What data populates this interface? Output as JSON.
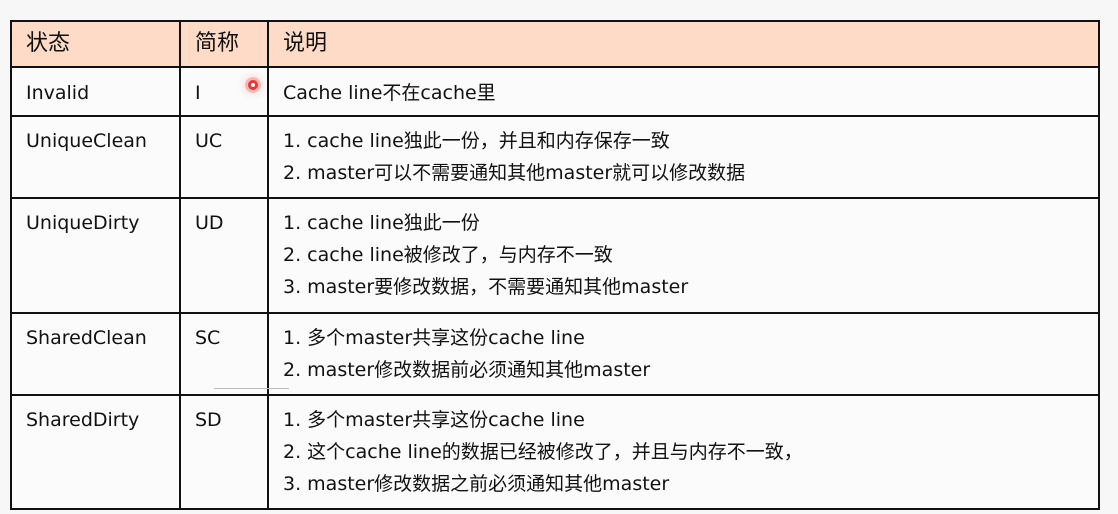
{
  "table": {
    "header_bg": "#fddbc7",
    "headers": {
      "state": "状态",
      "abbr": "简称",
      "desc": "说明"
    },
    "rows": [
      {
        "state": "Invalid",
        "abbr": "I",
        "desc": [
          "Cache line不在cache里"
        ]
      },
      {
        "state": "UniqueClean",
        "abbr": "UC",
        "desc": [
          "1. cache line独此一份，并且和内存保存一致",
          "2. master可以不需要通知其他master就可以修改数据"
        ]
      },
      {
        "state": "UniqueDirty",
        "abbr": "UD",
        "desc": [
          "1. cache line独此一份",
          "2. cache line被修改了，与内存不一致",
          "3. master要修改数据，不需要通知其他master"
        ]
      },
      {
        "state": "SharedClean",
        "abbr": "SC",
        "desc": [
          "1. 多个master共享这份cache line",
          "2. master修改数据前必须通知其他master"
        ]
      },
      {
        "state": "SharedDirty",
        "abbr": "SD",
        "desc": [
          "1. 多个master共享这份cache line",
          "2. 这个cache line的数据已经被修改了，并且与内存不一致，",
          "3. master修改数据之前必须通知其他master"
        ]
      }
    ]
  },
  "cursor": {
    "color": "#e53935"
  }
}
